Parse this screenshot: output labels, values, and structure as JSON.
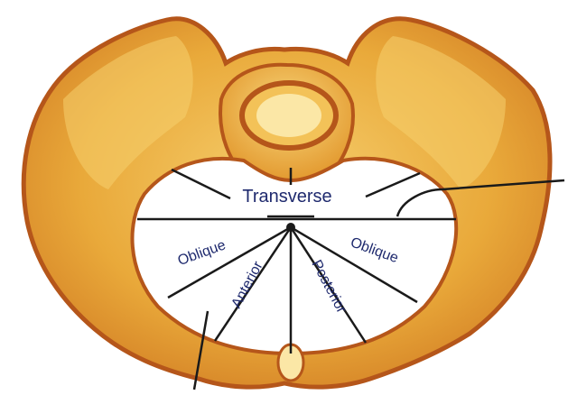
{
  "diagram": {
    "labels": {
      "transverse": "Transverse",
      "oblique_left": "Oblique",
      "oblique_right": "Oblique",
      "anterior": "Anterior",
      "posterior": "Posterior"
    },
    "colors": {
      "bone_fill": "#e9a93a",
      "bone_light": "#f6cf6e",
      "bone_edge": "#b5561a",
      "inlet": "#ffffff",
      "line": "#1a1a1a",
      "text": "#1f2a6e"
    }
  }
}
